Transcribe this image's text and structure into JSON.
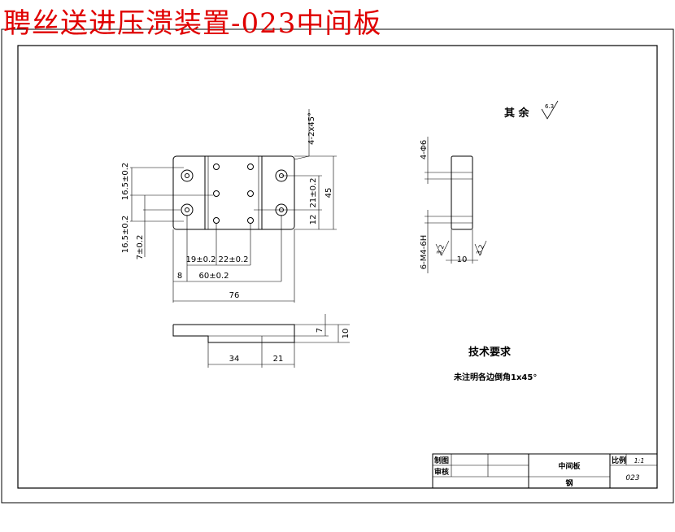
{
  "header": {
    "title": "聘丝送进压溃装置-023中间板",
    "title_color": "#e00000"
  },
  "surface_finish": {
    "label": "其 余",
    "value": "6.3"
  },
  "dimensions": {
    "plan": {
      "d_16_5_top": "16.5±0.2",
      "d_16_5_bot": "16.5±0.2",
      "d_7": "7±0.2",
      "d_19": "19±0.2",
      "d_22": "22±0.2",
      "d_8": "8",
      "d_60": "60±0.2",
      "d_76": "76",
      "d_21": "21±0.2",
      "d_12": "12",
      "d_45": "45",
      "d_chamfer": "4-2x45°"
    },
    "front": {
      "d_34": "34",
      "d_21": "21",
      "d_7": "7",
      "d_10": "10"
    },
    "side": {
      "holes": "4-Φ6",
      "thread": "6-M4-6H",
      "width": "10",
      "r1": "3.2",
      "r2": "3.2"
    }
  },
  "tech": {
    "title": "技术要求",
    "note": "未注明各边倒角1x45°"
  },
  "titleblock": {
    "drawn_label": "制图",
    "check_label": "审核",
    "name": "中间板",
    "scale_label": "比例",
    "scale_value": "1:1",
    "number": "023",
    "material": "钢"
  }
}
